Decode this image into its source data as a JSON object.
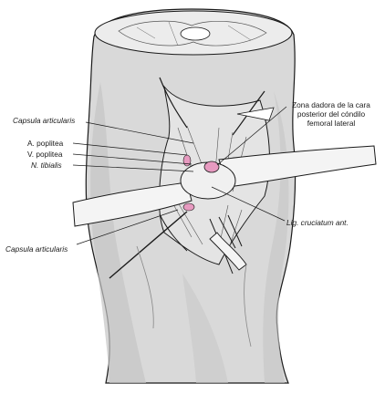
{
  "labels": {
    "capsula_upper": "Capsula articularis",
    "a_poplitea": "A. poplitea",
    "v_poplitea": "V. poplitea",
    "n_tibialis": "N. tibialis",
    "capsula_lower": "Capsula articularis",
    "zona_dadora": "Zona dadora de la cara\nposterior del cóndilo\nfemoral lateral",
    "lig_cruciatum": "Lig. cruciatum ant."
  },
  "colors": {
    "line": "#1a1a1a",
    "skin": "#d9d9d9",
    "skin_dark": "#b5b5b5",
    "section": "#ececec",
    "vessel_pink": "#e79ac0",
    "tissue": "#cfcfcf"
  }
}
